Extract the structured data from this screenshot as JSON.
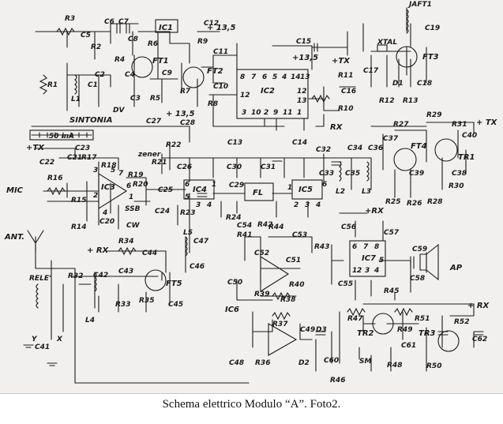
{
  "caption": "Schema elettrico Modulo “A”. Foto2.",
  "colors": {
    "paper": "#f2f0ee",
    "ink": "#1a1a1a",
    "background": "#ffffff"
  },
  "schematic": {
    "rails": {
      "v135_top": "+ 13,5",
      "v135_ic2": "+13,5",
      "v135_mid": "+ 13,5",
      "tx_top": "+TX",
      "rx_ic2": "RX",
      "tx_right": "+ TX",
      "tx_left": "+TX",
      "rx_fet5": "+ RX",
      "rx_ic7": "+RX",
      "rx_bottom": "+ RX"
    },
    "integrated_circuits": [
      "IC1",
      "IC2",
      "IC3",
      "IC4",
      "IC5",
      "IC6",
      "IC7"
    ],
    "transistors": [
      "FT1",
      "FT2",
      "FT3",
      "FT4",
      "FT5",
      "TR1",
      "TR2",
      "TR3"
    ],
    "filter_label": "FL",
    "crystal_label": "XTAL",
    "inductors": [
      "L1",
      "L2",
      "L3",
      "L4",
      "L5",
      "JAFT1"
    ],
    "diodes": [
      "D1",
      "D2",
      "D3",
      "DV"
    ],
    "zener_label": "zener",
    "meter": {
      "label": "SINTONIA",
      "scale": "50 mA"
    },
    "resistors": [
      "R1",
      "R2",
      "R3",
      "R4",
      "R5",
      "R6",
      "R7",
      "R8",
      "R9",
      "R10",
      "R11",
      "R12",
      "R13",
      "R14",
      "R15",
      "R16",
      "R17",
      "R18",
      "R19",
      "R20",
      "R21",
      "R22",
      "R23",
      "R24",
      "R25",
      "R26",
      "R27",
      "R28",
      "R29",
      "R30",
      "R31",
      "R32",
      "R33",
      "R34",
      "R35",
      "R36",
      "R37",
      "R38",
      "R39",
      "R40",
      "R41",
      "R42",
      "R43",
      "R44",
      "R45",
      "R46",
      "R47",
      "R48",
      "R49",
      "R50",
      "R51",
      "R52"
    ],
    "capacitors": [
      "C1",
      "C2",
      "C3",
      "C4",
      "C5",
      "C6",
      "C7",
      "C8",
      "C9",
      "C10",
      "C11",
      "C12",
      "C13",
      "C14",
      "C15",
      "C16",
      "C17",
      "C18",
      "C19",
      "C20",
      "C21",
      "C22",
      "C23",
      "C24",
      "C25",
      "C26",
      "C27",
      "C28",
      "C29",
      "C30",
      "C31",
      "C32",
      "C33",
      "C34",
      "C35",
      "C36",
      "C37",
      "C38",
      "C39",
      "C40",
      "C41",
      "C42",
      "C43",
      "C44",
      "C45",
      "C46",
      "C47",
      "C48",
      "C49",
      "C50",
      "C51",
      "C52",
      "C53",
      "C54",
      "C55",
      "C56",
      "C57",
      "C58",
      "C59",
      "C60",
      "C61",
      "C62"
    ],
    "connectors": {
      "mic": "MIC",
      "antenna": "ANT.",
      "relay": "RELE'",
      "speaker": "AP",
      "s_meter": "SM",
      "cw": "CW",
      "ssb": "SSB"
    },
    "ic2_pins": {
      "top": [
        "8",
        "7",
        "6",
        "5",
        "4",
        "14",
        "13"
      ],
      "left": "12",
      "right": [
        "12",
        "13"
      ],
      "bottom": [
        "3",
        "10",
        "2",
        "9",
        "11",
        "1"
      ]
    },
    "ic4_pins": [
      "6",
      "5",
      "4",
      "3",
      "1"
    ],
    "ic5_pins": [
      "1",
      "2",
      "3",
      "4",
      "6"
    ],
    "ic7_pins": [
      "6",
      "7",
      "8",
      "1",
      "5",
      "2",
      "3",
      "4"
    ],
    "ic3_pins": [
      "3",
      "5",
      "2",
      "4",
      "6",
      "7",
      "1"
    ],
    "relay_contacts": [
      "Y",
      "X"
    ]
  }
}
